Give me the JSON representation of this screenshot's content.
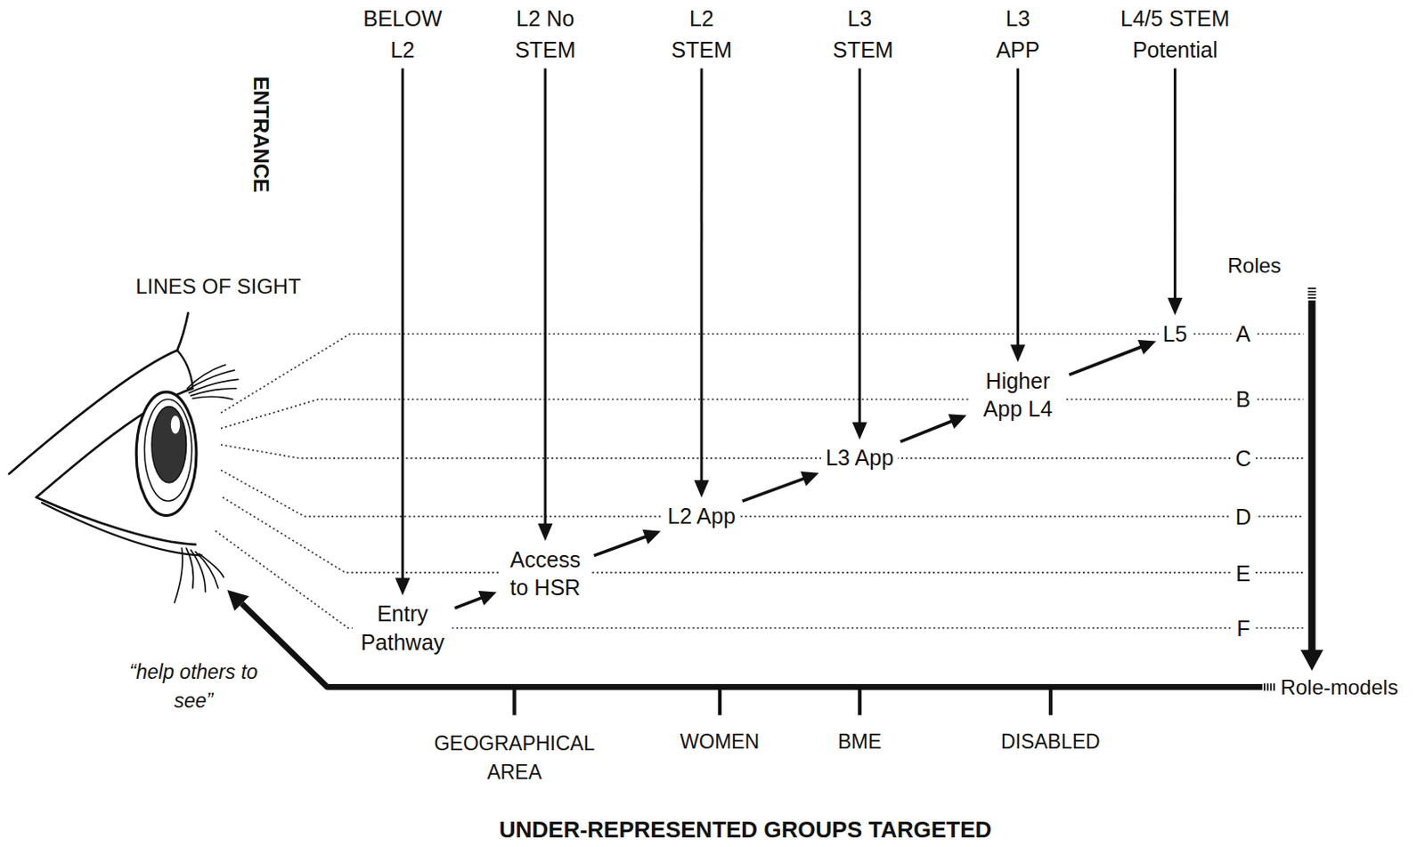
{
  "diagram": {
    "nodes": [
      {
        "text": [
          "BELOW L2"
        ]
      },
      {
        "text": [
          "L2 No STEM"
        ]
      },
      {
        "text": [
          "L2 STEM"
        ]
      },
      {
        "text": [
          "L3 STEM"
        ]
      },
      {
        "text": [
          "L3 APP"
        ]
      },
      {
        "text": [
          "L4/5 STEM Potential"
        ]
      },
      {
        "text": [
          "Entry Pathway"
        ]
      },
      {
        "text": [
          "Access to HSR"
        ]
      },
      {
        "text": [
          "L2 App"
        ]
      },
      {
        "text": [
          "L3 App"
        ]
      },
      {
        "text": [
          "Higher App L4"
        ]
      },
      {
        "text": [
          "L5"
        ]
      }
    ],
    "edges": [
      {
        "from": 0,
        "to": 6,
        "arrow": "to"
      },
      {
        "from": 1,
        "to": 7,
        "arrow": "to"
      },
      {
        "from": 2,
        "to": 8,
        "arrow": "to"
      },
      {
        "from": 3,
        "to": 9,
        "arrow": "to"
      },
      {
        "from": 4,
        "to": 10,
        "arrow": "to"
      },
      {
        "from": 5,
        "to": 11,
        "arrow": "to"
      },
      {
        "from": 6,
        "to": 7,
        "arrow": "to"
      },
      {
        "from": 7,
        "to": 8,
        "arrow": "to"
      },
      {
        "from": 8,
        "to": 9,
        "arrow": "to"
      },
      {
        "from": 9,
        "to": 10,
        "arrow": "to"
      },
      {
        "from": 10,
        "to": 11,
        "arrow": "to"
      }
    ],
    "labels": [
      "ENTRANCE",
      "LINES OF SIGHT",
      "Roles",
      "A",
      "B",
      "C",
      "D",
      "E",
      "F",
      "Role-models",
      "“help others to see”",
      "GEOGRAPHICAL AREA",
      "WOMEN",
      "BME",
      "DISABLED",
      "UNDER-REPRESENTED GROUPS TARGETED"
    ]
  }
}
